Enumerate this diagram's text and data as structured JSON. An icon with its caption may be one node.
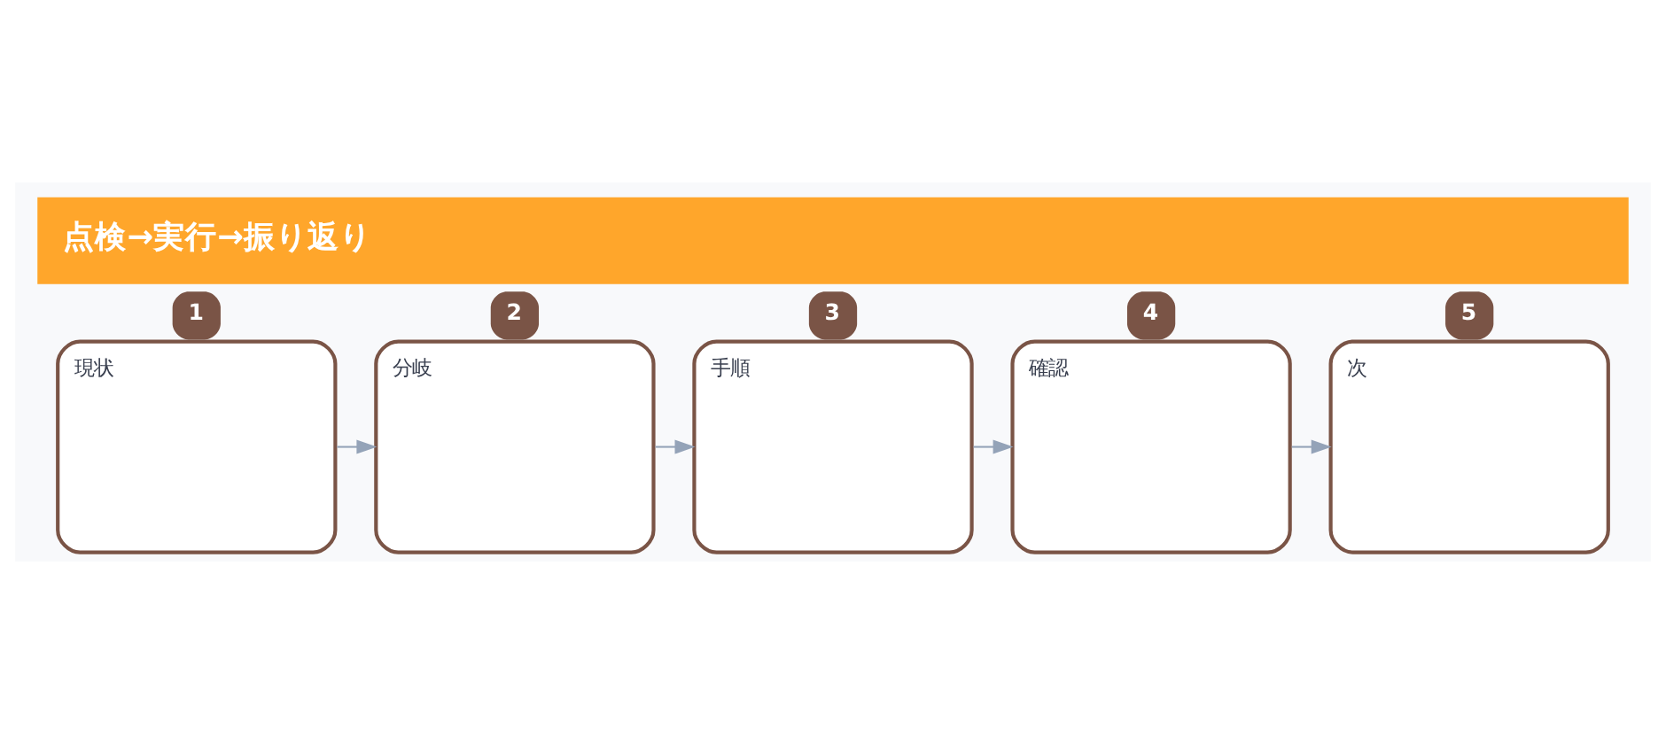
{
  "diagram": {
    "title": "点検→実行→振り返り",
    "nodes": [
      {
        "text": [
          "1",
          "現状"
        ]
      },
      {
        "text": [
          "2",
          "分岐"
        ]
      },
      {
        "text": [
          "3",
          "手順"
        ]
      },
      {
        "text": [
          "4",
          "確認"
        ]
      },
      {
        "text": [
          "5",
          "次"
        ]
      }
    ],
    "edges": [
      {
        "from": 0,
        "to": 1,
        "arrow": "to"
      },
      {
        "from": 1,
        "to": 2,
        "arrow": "to"
      },
      {
        "from": 2,
        "to": 3,
        "arrow": "to"
      },
      {
        "from": 3,
        "to": 4,
        "arrow": "to"
      }
    ]
  }
}
